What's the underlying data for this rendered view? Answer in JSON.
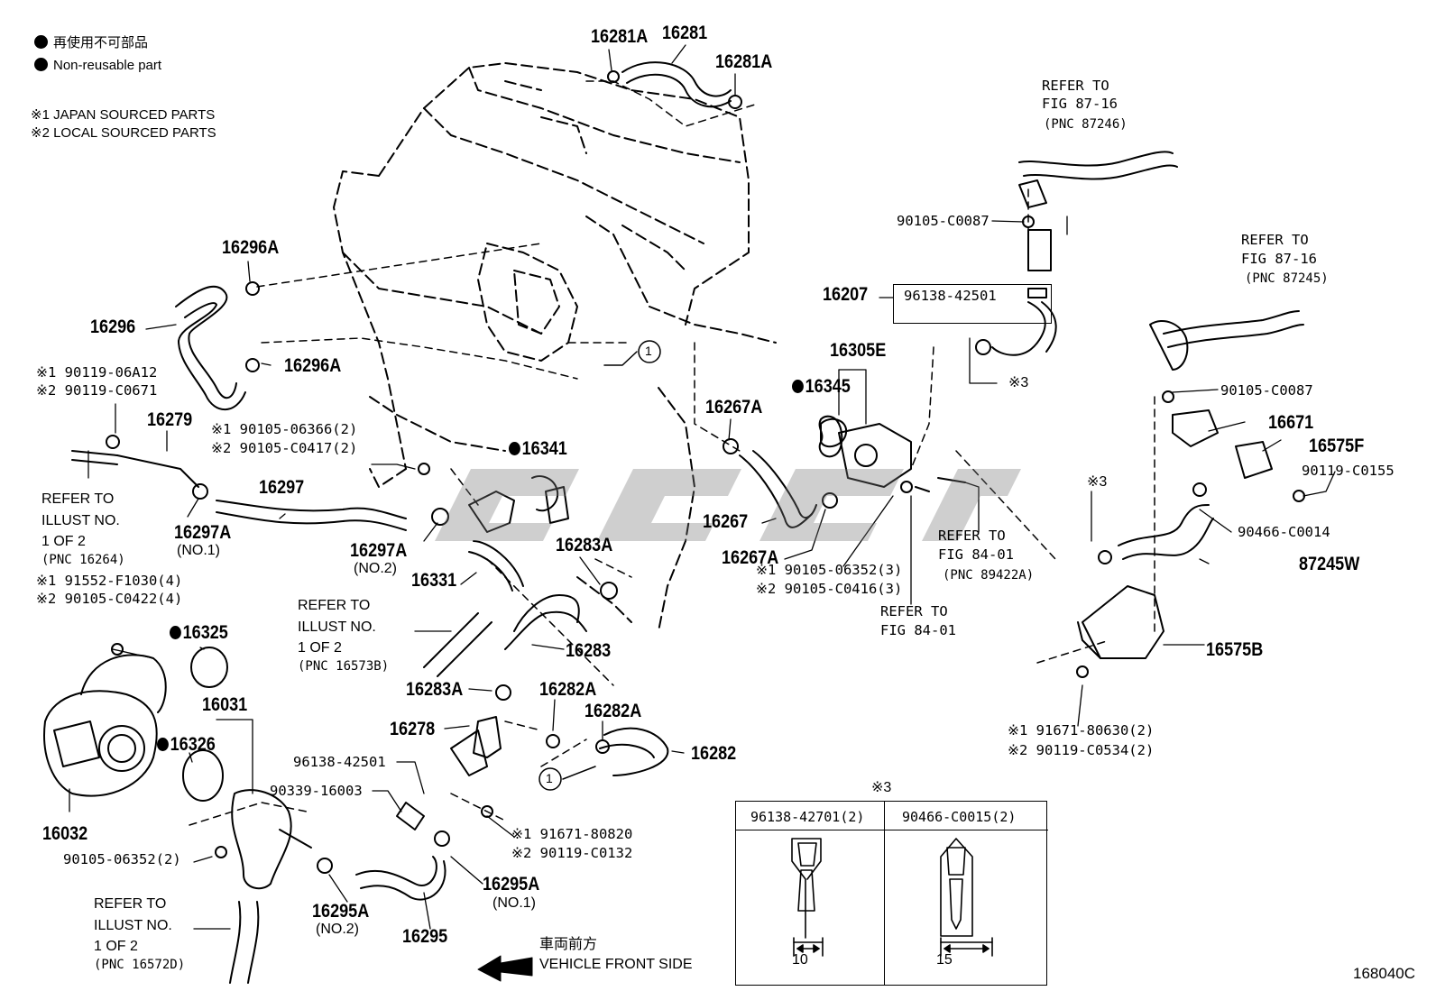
{
  "notes": {
    "jp_nonreusable": "再使用不可部品",
    "en_nonreusable": "Non-reusable part",
    "japan_sourced": "※1  JAPAN SOURCED PARTS",
    "local_sourced": "※2  LOCAL SOURCED PARTS"
  },
  "labels": {
    "p16281A_left": "16281A",
    "p16281": "16281",
    "p16281A_right": "16281A",
    "p16296A_top": "16296A",
    "p16296": "16296",
    "p16296A_bottom": "16296A",
    "p16279": "16279",
    "p16297": "16297",
    "p16297A_no1": "16297A",
    "no1_a": "(NO.1)",
    "p16297A_no2": "16297A",
    "no2_a": "(NO.2)",
    "p16341": "16341",
    "p16331": "16331",
    "p16283A_top": "16283A",
    "p16283": "16283",
    "p16283A_bottom": "16283A",
    "p16282A_top": "16282A",
    "p16282A_mid": "16282A",
    "p16282": "16282",
    "p16278": "16278",
    "p16325": "16325",
    "p16031": "16031",
    "p16326": "16326",
    "p16032": "16032",
    "p16295A_no2": "16295A",
    "no2_b": "(NO.2)",
    "p16295": "16295",
    "p16295A_no1": "16295A",
    "no1_b": "(NO.1)",
    "p16207": "16207",
    "p16305E": "16305E",
    "p16345": "16345",
    "p16267A_top": "16267A",
    "p16267": "16267",
    "p16267A_bottom": "16267A",
    "p16671": "16671",
    "p16575F": "16575F",
    "p87245W": "87245W",
    "p16575B": "16575B",
    "fig_id": "168040C"
  },
  "small": {
    "s90119_06A12": "※1 90119-06A12",
    "s90119_C0671": "※2 90119-C0671",
    "s90105_06366": "※1 90105-06366(2)",
    "s90105_C0417": "※2 90105-C0417(2)",
    "s91552_F1030": "※1 91552-F1030(4)",
    "s90105_C0422": "※2 90105-C0422(4)",
    "s96138_42501_a": "96138-42501",
    "s90339_16003": "90339-16003",
    "s91671_80820": "※1 91671-80820",
    "s90119_C0132": "※2 90119-C0132",
    "s90105_06352_left": "90105-06352(2)",
    "s90105_C0087_top": "90105-C0087",
    "s96138_42501_b": "96138-42501",
    "s90105_06352_mid": "※1 90105-06352(3)",
    "s90105_C0416": "※2 90105-C0416(3)",
    "s90105_C0087_right": "90105-C0087",
    "s90119_C0155": "90119-C0155",
    "s90466_C0014": "90466-C0014",
    "s91671_80630": "※1 91671-80630(2)",
    "s90119_C0534": "※2 90119-C0534(2)",
    "ref3_a": "※3",
    "ref3_b": "※3"
  },
  "refs": {
    "r_87246_a": "REFER TO",
    "r_87246_b": "FIG 87-16",
    "r_87246_c": "(PNC 87246)",
    "r_87245_a": "REFER TO",
    "r_87245_b": "FIG 87-16",
    "r_87245_c": "(PNC 87245)",
    "r_16264_a": "REFER TO",
    "r_16264_b": "ILLUST NO.",
    "r_16264_c": "1 OF 2",
    "r_16264_d": "(PNC 16264)",
    "r_16573B_a": "REFER TO",
    "r_16573B_b": "ILLUST NO.",
    "r_16573B_c": "1 OF 2",
    "r_16573B_d": "(PNC 16573B)",
    "r_16572D_a": "REFER TO",
    "r_16572D_b": "ILLUST NO.",
    "r_16572D_c": "1 OF 2",
    "r_16572D_d": "(PNC 16572D)",
    "r_89422A_a": "REFER TO",
    "r_89422A_b": "FIG 84-01",
    "r_89422A_c": "(PNC 89422A)",
    "r_8401_a": "REFER TO",
    "r_8401_b": "FIG 84-01",
    "front_jp": "車両前方",
    "front_en": "VEHICLE FRONT SIDE"
  },
  "callouts": {
    "c1": "1",
    "c2": "1"
  },
  "legend_table": {
    "title": "※3",
    "col1": "96138-42701(2)",
    "col2": "90466-C0015(2)",
    "dim1": "10",
    "dim2": "15"
  }
}
